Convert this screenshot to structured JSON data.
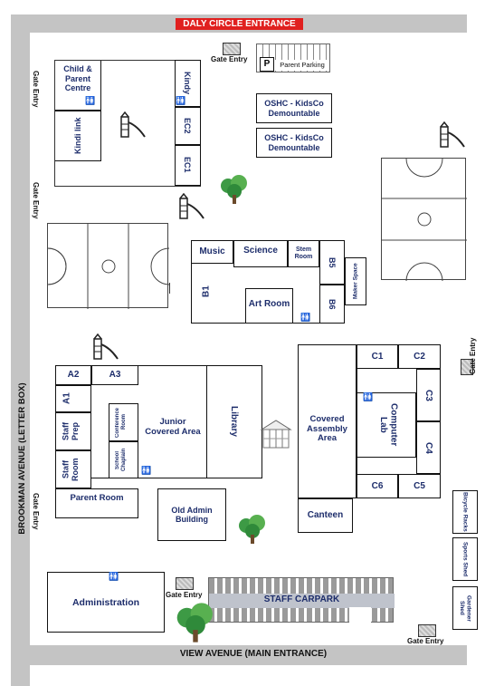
{
  "streets": {
    "top": "DALY CIRCLE ENTRANCE",
    "left": "BROOKMAN AVENUE (LETTER BOX)",
    "bottom": "VIEW AVENUE (MAIN ENTRANCE)"
  },
  "gates": {
    "top": "Gate Entry",
    "left1": "Gate Entry",
    "left2": "Gate Entry",
    "left3": "Gate Entry",
    "right": "Gate Entry",
    "admin": "Gate Entry",
    "bottom_right": "Gate Entry"
  },
  "parking": {
    "parent_icon": "P",
    "parent_label": "Parent Parking",
    "staff": "STAFF CARPARK"
  },
  "buildings": {
    "child_parent": "Child & Parent Centre",
    "kindy": "Kindy",
    "kindilink": "Kindi link",
    "ec2": "EC2",
    "ec1": "EC1",
    "oshc1": "OSHC - KidsCo Demountable",
    "oshc2": "OSHC - KidsCo Demountable",
    "music": "Music",
    "science": "Science",
    "stem": "Stem Room",
    "b5": "B5",
    "b6": "B6",
    "maker": "Maker Space",
    "b1": "B1",
    "art": "Art Room",
    "a2": "A2",
    "a3": "A3",
    "a1": "A1",
    "staff_prep": "Staff Prep",
    "staff_room": "Staff Room",
    "conference": "Conference Room",
    "chaplain": "School Chaplain",
    "junior": "Junior Covered Area",
    "library": "Library",
    "parent_room": "Parent Room",
    "old_admin": "Old Admin Building",
    "administration": "Administration",
    "covered_assembly": "Covered Assembly Area",
    "c1": "C1",
    "c2": "C2",
    "c3": "C3",
    "c4": "C4",
    "c5": "C5",
    "c6": "C6",
    "computer_lab": "Computer Lab",
    "canteen": "Canteen",
    "bicycle": "Bicycle Racks",
    "sports": "Sports Shed",
    "gardener": "Gardener Shed"
  },
  "symbols": {
    "toilet": "🚻",
    "play": "playground-icon",
    "tree": "tree-icon",
    "gazebo": "gazebo-icon",
    "gate": "gate-icon"
  },
  "colors": {
    "road": "#c4c4c4",
    "label_blue": "#1d2d6b",
    "banner_red": "#e0201f"
  }
}
